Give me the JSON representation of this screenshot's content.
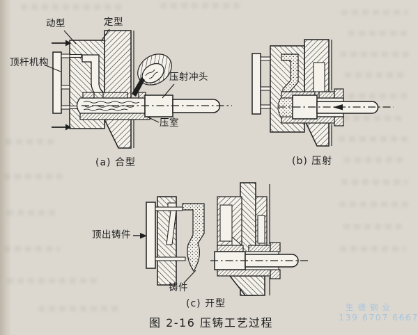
{
  "page": {
    "paper_color": "#dcd8d0",
    "ink_color": "#1f1f1f",
    "figure_fill_color": "#f5f2eb",
    "watermark": {
      "company": "生德钢业",
      "phone": "139 6707 6667",
      "color": "#9fc2e0"
    }
  },
  "figure": {
    "title": "图 2-16  压铸工艺过程",
    "panels": {
      "a": {
        "caption": "(a) 合型",
        "labels": {
          "moving_die": "动型",
          "fixed_die": "定型",
          "ejector_mechanism": "顶杆机构",
          "injection_plunger": "压射冲头",
          "shot_chamber": "压室"
        }
      },
      "b": {
        "caption": "(b) 压射"
      },
      "c": {
        "caption": "(c) 开型",
        "labels": {
          "eject_casting": "顶出铸件",
          "casting": "铸件"
        }
      }
    }
  }
}
